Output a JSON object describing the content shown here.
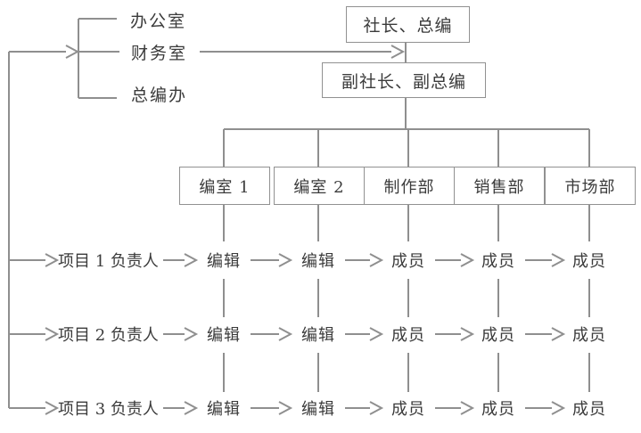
{
  "diagram": {
    "type": "organization-chart",
    "colors": {
      "line": "#8f8f8f",
      "box_border": "#919191",
      "text": "#3b3b3b",
      "background": "#ffffff"
    },
    "executive": {
      "president": "社长、总编",
      "vice_president": "副社长、副总编"
    },
    "staff_offices": {
      "items": [
        {
          "label": "办公室"
        },
        {
          "label": "财务室"
        },
        {
          "label": "总编办"
        }
      ]
    },
    "departments": {
      "items": [
        {
          "label": "编室 1"
        },
        {
          "label": "编室 2"
        },
        {
          "label": "制作部"
        },
        {
          "label": "销售部"
        },
        {
          "label": "市场部"
        }
      ]
    },
    "projects": {
      "rows": [
        {
          "leader": "项目 1 负责人",
          "members": [
            "编辑",
            "编辑",
            "成员",
            "成员",
            "成员"
          ]
        },
        {
          "leader": "项目 2 负责人",
          "members": [
            "编辑",
            "编辑",
            "成员",
            "成员",
            "成员"
          ]
        },
        {
          "leader": "项目 3 负责人",
          "members": [
            "编辑",
            "编辑",
            "成员",
            "成员",
            "成员"
          ]
        }
      ]
    }
  }
}
